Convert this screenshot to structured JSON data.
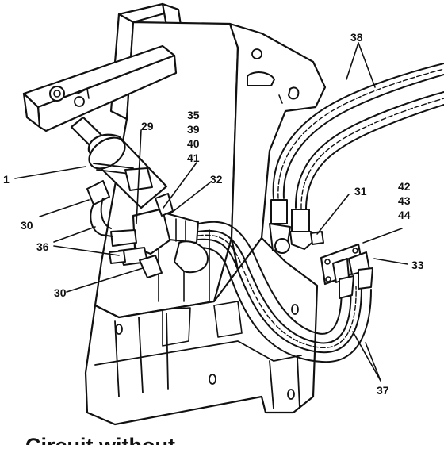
{
  "callouts": {
    "c1": "1",
    "c29": "29",
    "c35": "35",
    "c39": "39",
    "c40": "40",
    "c41": "41",
    "c32": "32",
    "c30a": "30",
    "c36": "36",
    "c30b": "30",
    "c38": "38",
    "c31": "31",
    "c42": "42",
    "c43": "43",
    "c44": "44",
    "c33": "33",
    "c37": "37"
  },
  "caption": "Circuit without"
}
